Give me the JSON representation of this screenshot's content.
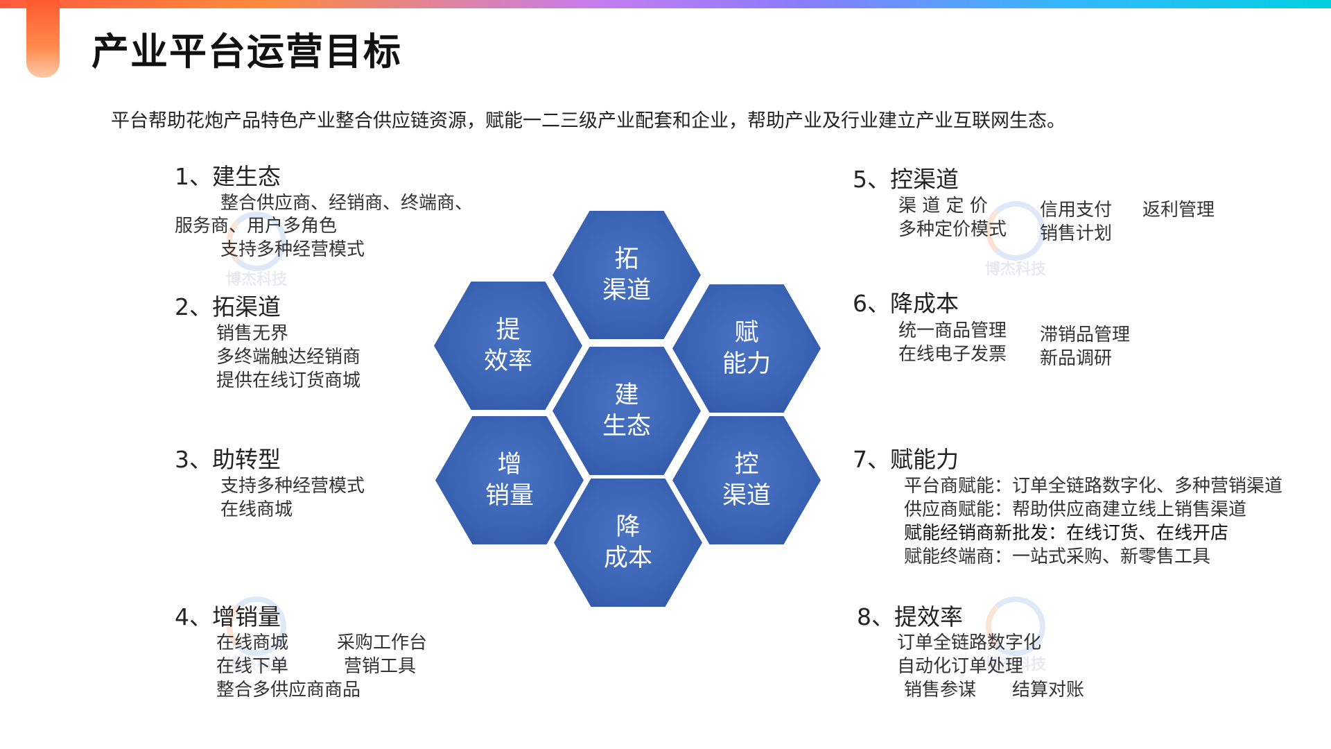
{
  "title": "产业平台运营目标",
  "intro": "平台帮助花炮产品特色产业整合供应链资源，赋能一二三级产业配套和企业，帮助产业及行业建立产业互联网生态。",
  "watermark": "博杰科技",
  "colors": {
    "hex_fill": "#3b64b5",
    "accent_orange": "#ff6a3a",
    "accent_cyan": "#00cfe0"
  },
  "hexagons": {
    "top": [
      "拓",
      "渠道"
    ],
    "left_upper": [
      "提",
      "效率"
    ],
    "right_upper": [
      "赋",
      "能力"
    ],
    "center": [
      "建",
      "生态"
    ],
    "left_lower": [
      "增",
      "销量"
    ],
    "right_lower": [
      "控",
      "渠道"
    ],
    "bottom": [
      "降",
      "成本"
    ]
  },
  "sections": {
    "s1": {
      "heading": "1、建生态",
      "lines": [
        "整合供应商、经销商、终端商、",
        "服务商、用户多角色",
        "支持多种经营模式"
      ]
    },
    "s2": {
      "heading": "2、拓渠道",
      "lines": [
        "销售无界",
        "多终端触达经销商",
        "提供在线订货商城"
      ]
    },
    "s3": {
      "heading": "3、助转型",
      "lines": [
        "支持多种经营模式",
        "在线商城"
      ]
    },
    "s4": {
      "heading": "4、增销量",
      "lines": [
        "在线商城",
        "采购工作台",
        "在线下单",
        "营销工具",
        "整合多供应商商品"
      ]
    },
    "s5": {
      "heading": "5、控渠道",
      "lines": [
        "渠 道 定 价",
        "多种定价模式",
        "信用支付",
        "返利管理",
        "销售计划"
      ]
    },
    "s6": {
      "heading": "6、降成本",
      "lines": [
        "统一商品管理",
        "在线电子发票",
        "滞销品管理",
        "新品调研"
      ]
    },
    "s7": {
      "heading": "7、赋能力",
      "lines": [
        "平台商赋能：订单全链路数字化、多种营销渠道",
        "供应商赋能：帮助供应商建立线上销售渠道",
        "赋能经销商新批发：在线订货、在线开店",
        "赋能终端商：一站式采购、新零售工具"
      ]
    },
    "s8": {
      "heading": "8、提效率",
      "lines": [
        "订单全链路数字化",
        "自动化订单处理",
        "销售参谋",
        "结算对账"
      ]
    }
  }
}
